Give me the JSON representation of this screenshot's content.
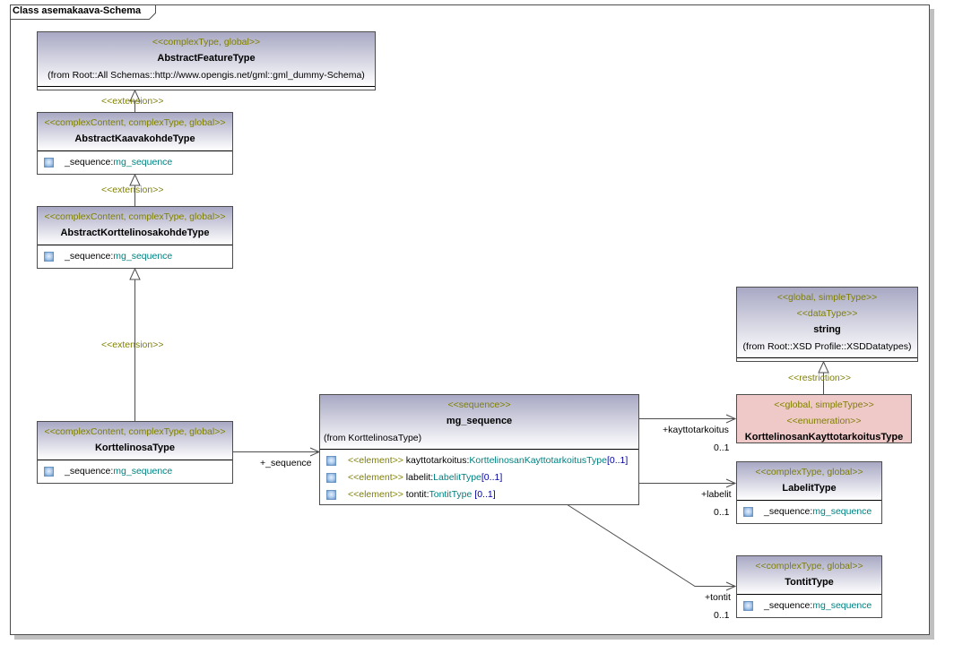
{
  "diagram": {
    "title": "Class asemakaava-Schema"
  },
  "classes": {
    "abstract_feature": {
      "stereotype": "<<complexType, global>>",
      "name": "AbstractFeatureType",
      "from": "(from Root::All Schemas::http://www.opengis.net/gml::gml_dummy-Schema)"
    },
    "abstract_kaavakohde": {
      "stereotype": "<<complexContent, complexType, global>>",
      "name": "AbstractKaavakohdeType",
      "attribute": {
        "name": "_sequence:",
        "type": "mg_sequence"
      }
    },
    "abstract_korttelinosakohde": {
      "stereotype": "<<complexContent, complexType, global>>",
      "name": "AbstractKorttelinosakohdeType",
      "attribute": {
        "name": "_sequence:",
        "type": "mg_sequence"
      }
    },
    "korttelinosa": {
      "stereotype": "<<complexContent, complexType, global>>",
      "name": "KorttelinosaType",
      "attribute": {
        "name": "_sequence:",
        "type": "mg_sequence"
      }
    },
    "mg_sequence": {
      "stereotype": "<<sequence>>",
      "name": "mg_sequence",
      "from": "(from KorttelinosaType)",
      "elements": [
        {
          "keyword": "<<element>>",
          "name": " kayttotarkoitus:",
          "type": "KorttelinosanKayttotarkoitusType",
          "mult": "[0..1]"
        },
        {
          "keyword": "<<element>>",
          "name": " labelit:",
          "type": "LabelitType",
          "mult": "[0..1]"
        },
        {
          "keyword": "<<element>>",
          "name": " tontit:",
          "type": "TontitType",
          "mult": " [0..1]"
        }
      ]
    },
    "string": {
      "stereotype1": "<<global, simpleType>>",
      "stereotype2": "<<dataType>>",
      "name": "string",
      "from": "(from Root::XSD Profile::XSDDatatypes)"
    },
    "kayttotarkoitus_type": {
      "stereotype1": "<<global, simpleType>>",
      "stereotype2": "<<enumeration>>",
      "name": "KorttelinosanKayttotarkoitusType"
    },
    "labelit_type": {
      "stereotype": "<<complexType, global>>",
      "name": "LabelitType",
      "attribute": {
        "name": "_sequence:",
        "type": "mg_sequence"
      }
    },
    "tontit_type": {
      "stereotype": "<<complexType, global>>",
      "name": "TontitType",
      "attribute": {
        "name": "_sequence:",
        "type": "mg_sequence"
      }
    }
  },
  "relations": {
    "ext1": "<<extension>>",
    "ext2": "<<extension>>",
    "ext3": "<<extension>>",
    "restriction": "<<restriction>>",
    "seq_role": "+_sequence",
    "kayttotarkoitus_role": "+kayttotarkoitus",
    "kayttotarkoitus_mult": "0..1",
    "labelit_role": "+labelit",
    "labelit_mult": "0..1",
    "tontit_role": "+tontit",
    "tontit_mult": "0..1"
  },
  "colors": {
    "stereotype": "#7f7f00",
    "type_ref": "#008080",
    "multiplicity": "#0000a0",
    "header_gradient_top": "#a8a8c4",
    "enum_fill": "#efc8c8"
  }
}
